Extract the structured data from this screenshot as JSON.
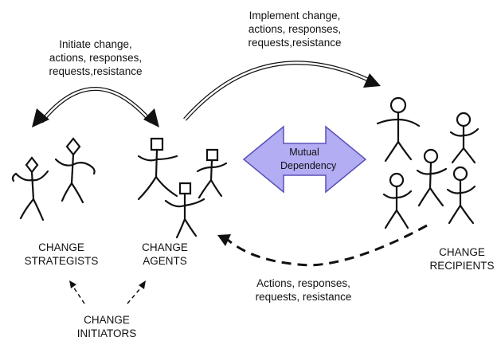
{
  "labels": {
    "initiate_arrow": [
      "Initiate change,",
      "actions, responses,",
      "requests,resistance"
    ],
    "implement_arrow": [
      "Implement change,",
      "actions, responses,",
      "requests,resistance"
    ],
    "feedback_arrow": [
      "Actions, responses,",
      "requests, resistance"
    ],
    "mutual": [
      "Mutual",
      "Dependency"
    ],
    "strategists": [
      "CHANGE",
      "STRATEGISTS"
    ],
    "agents": [
      "CHANGE",
      "AGENTS"
    ],
    "recipients": [
      "CHANGE",
      "RECIPIENTS"
    ],
    "initiators": [
      "CHANGE",
      "INITIATORS"
    ]
  },
  "colors": {
    "mutual_fill": "#b3adf4",
    "mutual_stroke": "#5a52b8",
    "ink": "#111111"
  }
}
